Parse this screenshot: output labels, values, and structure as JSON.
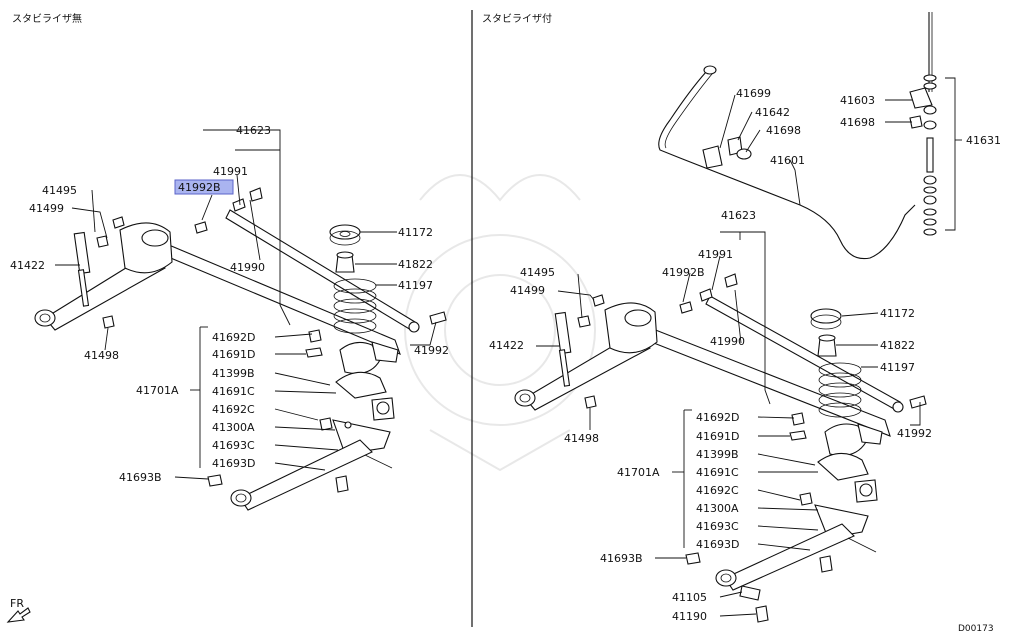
{
  "sections": {
    "left_header": "スタビライザ無",
    "right_header": "スタビライザ付"
  },
  "footer": {
    "ref_code": "D00173",
    "fr_label": "FR"
  },
  "selected_part": "41992B",
  "left_labels": {
    "p41623": "41623",
    "p41991": "41991",
    "p41992B": "41992B",
    "p41495": "41495",
    "p41499": "41499",
    "p41422": "41422",
    "p41990": "41990",
    "p41172": "41172",
    "p41822": "41822",
    "p41197": "41197",
    "p41992": "41992",
    "p41498": "41498",
    "p41692D": "41692D",
    "p41691D": "41691D",
    "p41399B": "41399B",
    "p41701A": "41701A",
    "p41691C": "41691C",
    "p41692C": "41692C",
    "p41300A": "41300A",
    "p41693C": "41693C",
    "p41693D": "41693D",
    "p41693B": "41693B"
  },
  "right_labels": {
    "p41699": "41699",
    "p41642": "41642",
    "p41698a": "41698",
    "p41601": "41601",
    "p41603": "41603",
    "p41698b": "41698",
    "p41631": "41631",
    "p41623": "41623",
    "p41991": "41991",
    "p41495": "41495",
    "p41992B": "41992B",
    "p41499": "41499",
    "p41422": "41422",
    "p41990": "41990",
    "p41172": "41172",
    "p41822": "41822",
    "p41197": "41197",
    "p41498": "41498",
    "p41992": "41992",
    "p41692D": "41692D",
    "p41691D": "41691D",
    "p41399B": "41399B",
    "p41701A": "41701A",
    "p41691C": "41691C",
    "p41692C": "41692C",
    "p41300A": "41300A",
    "p41693C": "41693C",
    "p41693D": "41693D",
    "p41693B": "41693B",
    "p41105": "41105",
    "p41190": "41190"
  }
}
